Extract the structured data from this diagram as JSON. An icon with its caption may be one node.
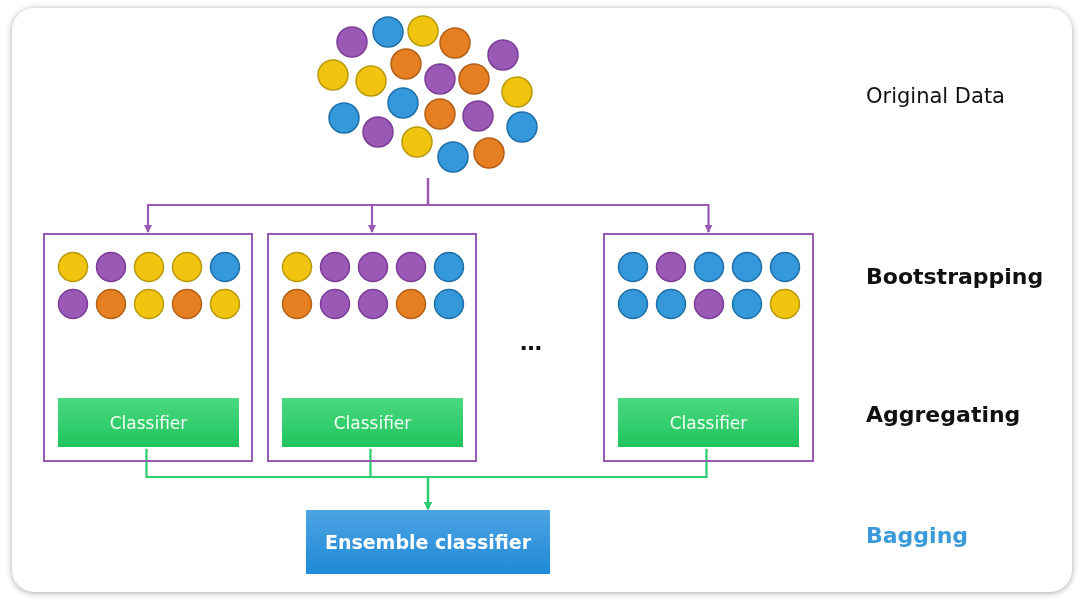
{
  "diagram": {
    "nodes": [
      {
        "text": [],
        "shape": "picture"
      },
      {
        "text": [],
        "shape": "box"
      },
      {
        "text": [
          "Classifier"
        ],
        "in": 1
      },
      {
        "text": [],
        "shape": "box"
      },
      {
        "text": [
          "Classifier"
        ],
        "in": 3
      },
      {
        "text": [],
        "shape": "box"
      },
      {
        "text": [
          "Classifier"
        ],
        "in": 5
      },
      {
        "text": [
          "Ensemble classifier"
        ]
      }
    ],
    "edges": [
      {
        "from": 0,
        "to": 1,
        "arrow": "to",
        "color": "#9b59b6"
      },
      {
        "from": 0,
        "to": 3,
        "arrow": "to",
        "color": "#9b59b6"
      },
      {
        "from": 0,
        "to": 5,
        "arrow": "to",
        "color": "#9b59b6"
      },
      {
        "from": 2,
        "to": 7,
        "arrow": "to",
        "color": "#2ecc71"
      },
      {
        "from": 4,
        "to": 7,
        "arrow": "to",
        "color": "#2ecc71"
      },
      {
        "from": 6,
        "to": 7,
        "arrow": "to",
        "color": "#2ecc71"
      }
    ],
    "labels": [
      "Original Data",
      "Bootstrapping",
      "…",
      "Aggregating",
      "Bagging"
    ]
  }
}
